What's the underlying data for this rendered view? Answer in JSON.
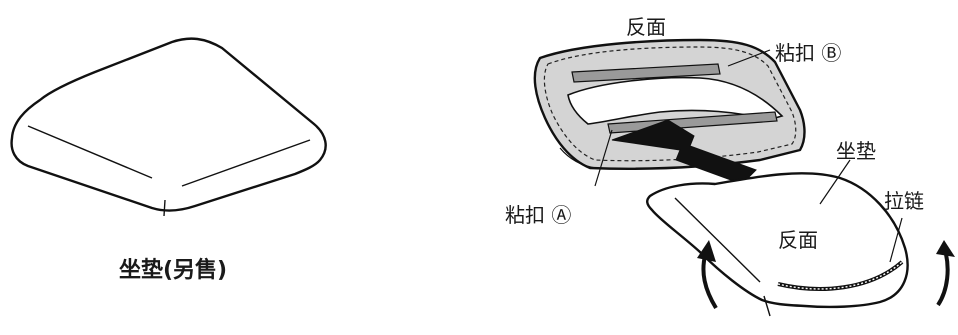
{
  "left_figure": {
    "caption": "坐垫(另售)"
  },
  "right_figure": {
    "back_side_label": "反面",
    "velcro_b_label": "粘扣 Ⓑ",
    "velcro_a_label": "粘扣 Ⓐ",
    "cushion_label": "坐垫",
    "zipper_label": "拉链",
    "cover_back_label": "反面"
  },
  "icons": [
    "arrow-up-icon",
    "rotate-arrow-icon"
  ]
}
